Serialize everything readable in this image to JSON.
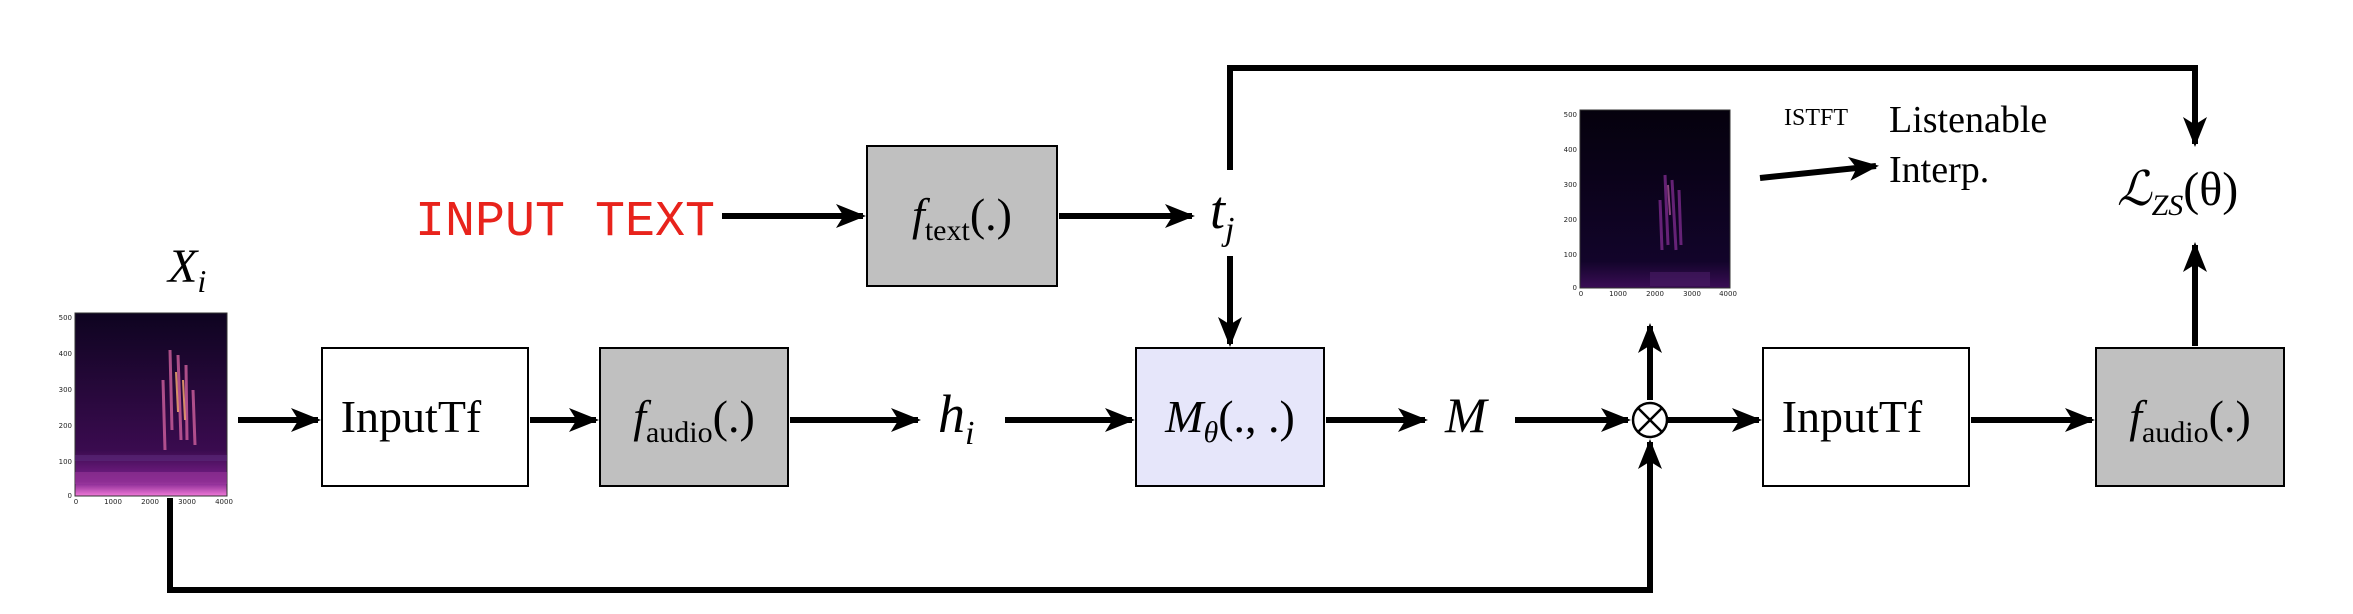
{
  "colors": {
    "gray_box": "#c0c0c0",
    "mask_box": "#e6e6fa",
    "input_text": "#e8231c",
    "line": "#000000",
    "spec_bg": "#120326",
    "spec_hot": "#f07ad8"
  },
  "input_text": "INPUT TEXT",
  "labels": {
    "x_i": {
      "base": "X",
      "sub": "i"
    },
    "t_j": {
      "base": "t",
      "sub": "j"
    },
    "h_i": {
      "base": "h",
      "sub": "i"
    },
    "m": "M",
    "istft": "ISTFT",
    "listenable_line1": "Listenable",
    "listenable_line2": "Interp.",
    "loss": {
      "base": "ℒ",
      "sub": "ZS",
      "arg": "(θ)"
    }
  },
  "boxes": {
    "f_text": {
      "base": "f",
      "sub": "text",
      "arg": "(.)"
    },
    "input_tf_1": "InputTf",
    "f_audio_1": {
      "base": "f",
      "sub": "audio",
      "arg": "(.)"
    },
    "m_theta": {
      "base": "M",
      "sub": "θ",
      "arg": "(., .)"
    },
    "input_tf_2": "InputTf",
    "f_audio_2": {
      "base": "f",
      "sub": "audio",
      "arg": "(.)"
    }
  },
  "operator": {
    "icon": "circled-times-icon"
  },
  "spectrogram_input": {
    "y_ticks": [
      "500",
      "400",
      "300",
      "200",
      "100",
      "0"
    ],
    "x_ticks": [
      "0",
      "1000",
      "2000",
      "3000",
      "4000"
    ]
  },
  "spectrogram_output": {
    "y_ticks": [
      "500",
      "400",
      "300",
      "200",
      "100",
      "0"
    ],
    "x_ticks": [
      "0",
      "1000",
      "2000",
      "3000",
      "4000"
    ]
  }
}
